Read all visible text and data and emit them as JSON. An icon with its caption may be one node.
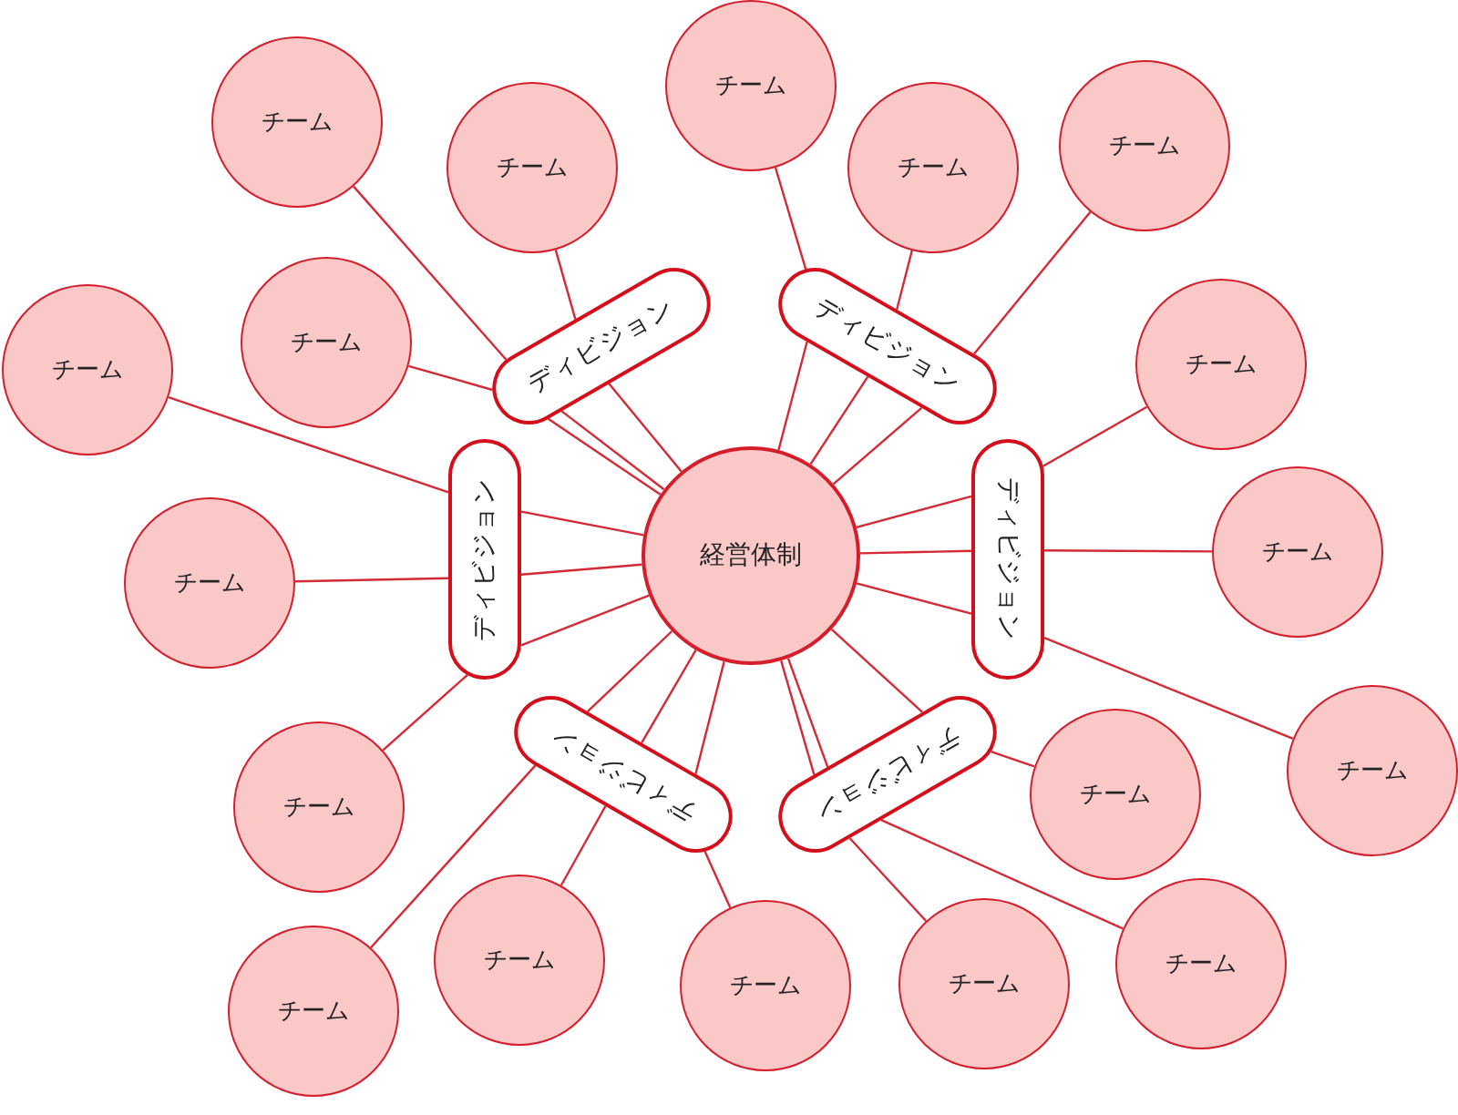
{
  "diagram": {
    "nodes": [
      {
        "text": [
          "経営体制"
        ]
      },
      {
        "text": [
          "ディビジョン"
        ]
      },
      {
        "text": [
          "ディビジョン"
        ]
      },
      {
        "text": [
          "ディビジョン"
        ]
      },
      {
        "text": [
          "ディビジョン"
        ]
      },
      {
        "text": [
          "ディビジョン"
        ]
      },
      {
        "text": [
          "ディビジョン"
        ]
      },
      {
        "text": [
          "チーム"
        ]
      },
      {
        "text": [
          "チーム"
        ]
      },
      {
        "text": [
          "チーム"
        ]
      },
      {
        "text": [
          "チーム"
        ]
      },
      {
        "text": [
          "チーム"
        ]
      },
      {
        "text": [
          "チーム"
        ]
      },
      {
        "text": [
          "チーム"
        ]
      },
      {
        "text": [
          "チーム"
        ]
      },
      {
        "text": [
          "チーム"
        ]
      },
      {
        "text": [
          "チーム"
        ]
      },
      {
        "text": [
          "チーム"
        ]
      },
      {
        "text": [
          "チーム"
        ]
      },
      {
        "text": [
          "チーム"
        ]
      },
      {
        "text": [
          "チーム"
        ]
      },
      {
        "text": [
          "チーム"
        ]
      },
      {
        "text": [
          "チーム"
        ]
      },
      {
        "text": [
          "チーム"
        ]
      },
      {
        "text": [
          "チーム"
        ]
      }
    ],
    "edges": [
      {
        "from": 7,
        "to": 1,
        "arrow": "none"
      },
      {
        "from": 9,
        "to": 1,
        "arrow": "none"
      },
      {
        "from": 8,
        "to": 2,
        "arrow": "none"
      },
      {
        "from": 10,
        "to": 2,
        "arrow": "none"
      },
      {
        "from": 11,
        "to": 2,
        "arrow": "none"
      },
      {
        "from": 13,
        "to": 3,
        "arrow": "none"
      },
      {
        "from": 15,
        "to": 3,
        "arrow": "none"
      },
      {
        "from": 18,
        "to": 3,
        "arrow": "none"
      },
      {
        "from": 14,
        "to": 4,
        "arrow": "none"
      },
      {
        "from": 16,
        "to": 4,
        "arrow": "none"
      },
      {
        "from": 17,
        "to": 4,
        "arrow": "none"
      },
      {
        "from": 23,
        "to": 5,
        "arrow": "none"
      },
      {
        "from": 20,
        "to": 5,
        "arrow": "none"
      },
      {
        "from": 22,
        "to": 6,
        "arrow": "none"
      },
      {
        "from": 24,
        "to": 6,
        "arrow": "none"
      },
      {
        "from": 1,
        "to": 0,
        "arrow": "none"
      },
      {
        "from": 1,
        "to": 0,
        "arrow": "none"
      },
      {
        "from": 2,
        "to": 0,
        "arrow": "none"
      },
      {
        "from": 2,
        "to": 0,
        "arrow": "none"
      },
      {
        "from": 2,
        "to": 0,
        "arrow": "none"
      },
      {
        "from": 3,
        "to": 0,
        "arrow": "none"
      },
      {
        "from": 3,
        "to": 0,
        "arrow": "none"
      },
      {
        "from": 3,
        "to": 0,
        "arrow": "none"
      },
      {
        "from": 4,
        "to": 0,
        "arrow": "none"
      },
      {
        "from": 4,
        "to": 0,
        "arrow": "none"
      },
      {
        "from": 4,
        "to": 0,
        "arrow": "none"
      },
      {
        "from": 5,
        "to": 0,
        "arrow": "none"
      },
      {
        "from": 5,
        "to": 0,
        "arrow": "none"
      },
      {
        "from": 6,
        "to": 0,
        "arrow": "none"
      },
      {
        "from": 6,
        "to": 0,
        "arrow": "none"
      },
      {
        "from": 12,
        "to": 1,
        "arrow": "none"
      },
      {
        "from": 19,
        "to": 6,
        "arrow": "none"
      },
      {
        "from": 21,
        "to": 5,
        "arrow": "none"
      },
      {
        "from": 1,
        "to": 0,
        "arrow": "none"
      },
      {
        "from": 6,
        "to": 0,
        "arrow": "none"
      },
      {
        "from": 5,
        "to": 0,
        "arrow": "none"
      }
    ]
  }
}
